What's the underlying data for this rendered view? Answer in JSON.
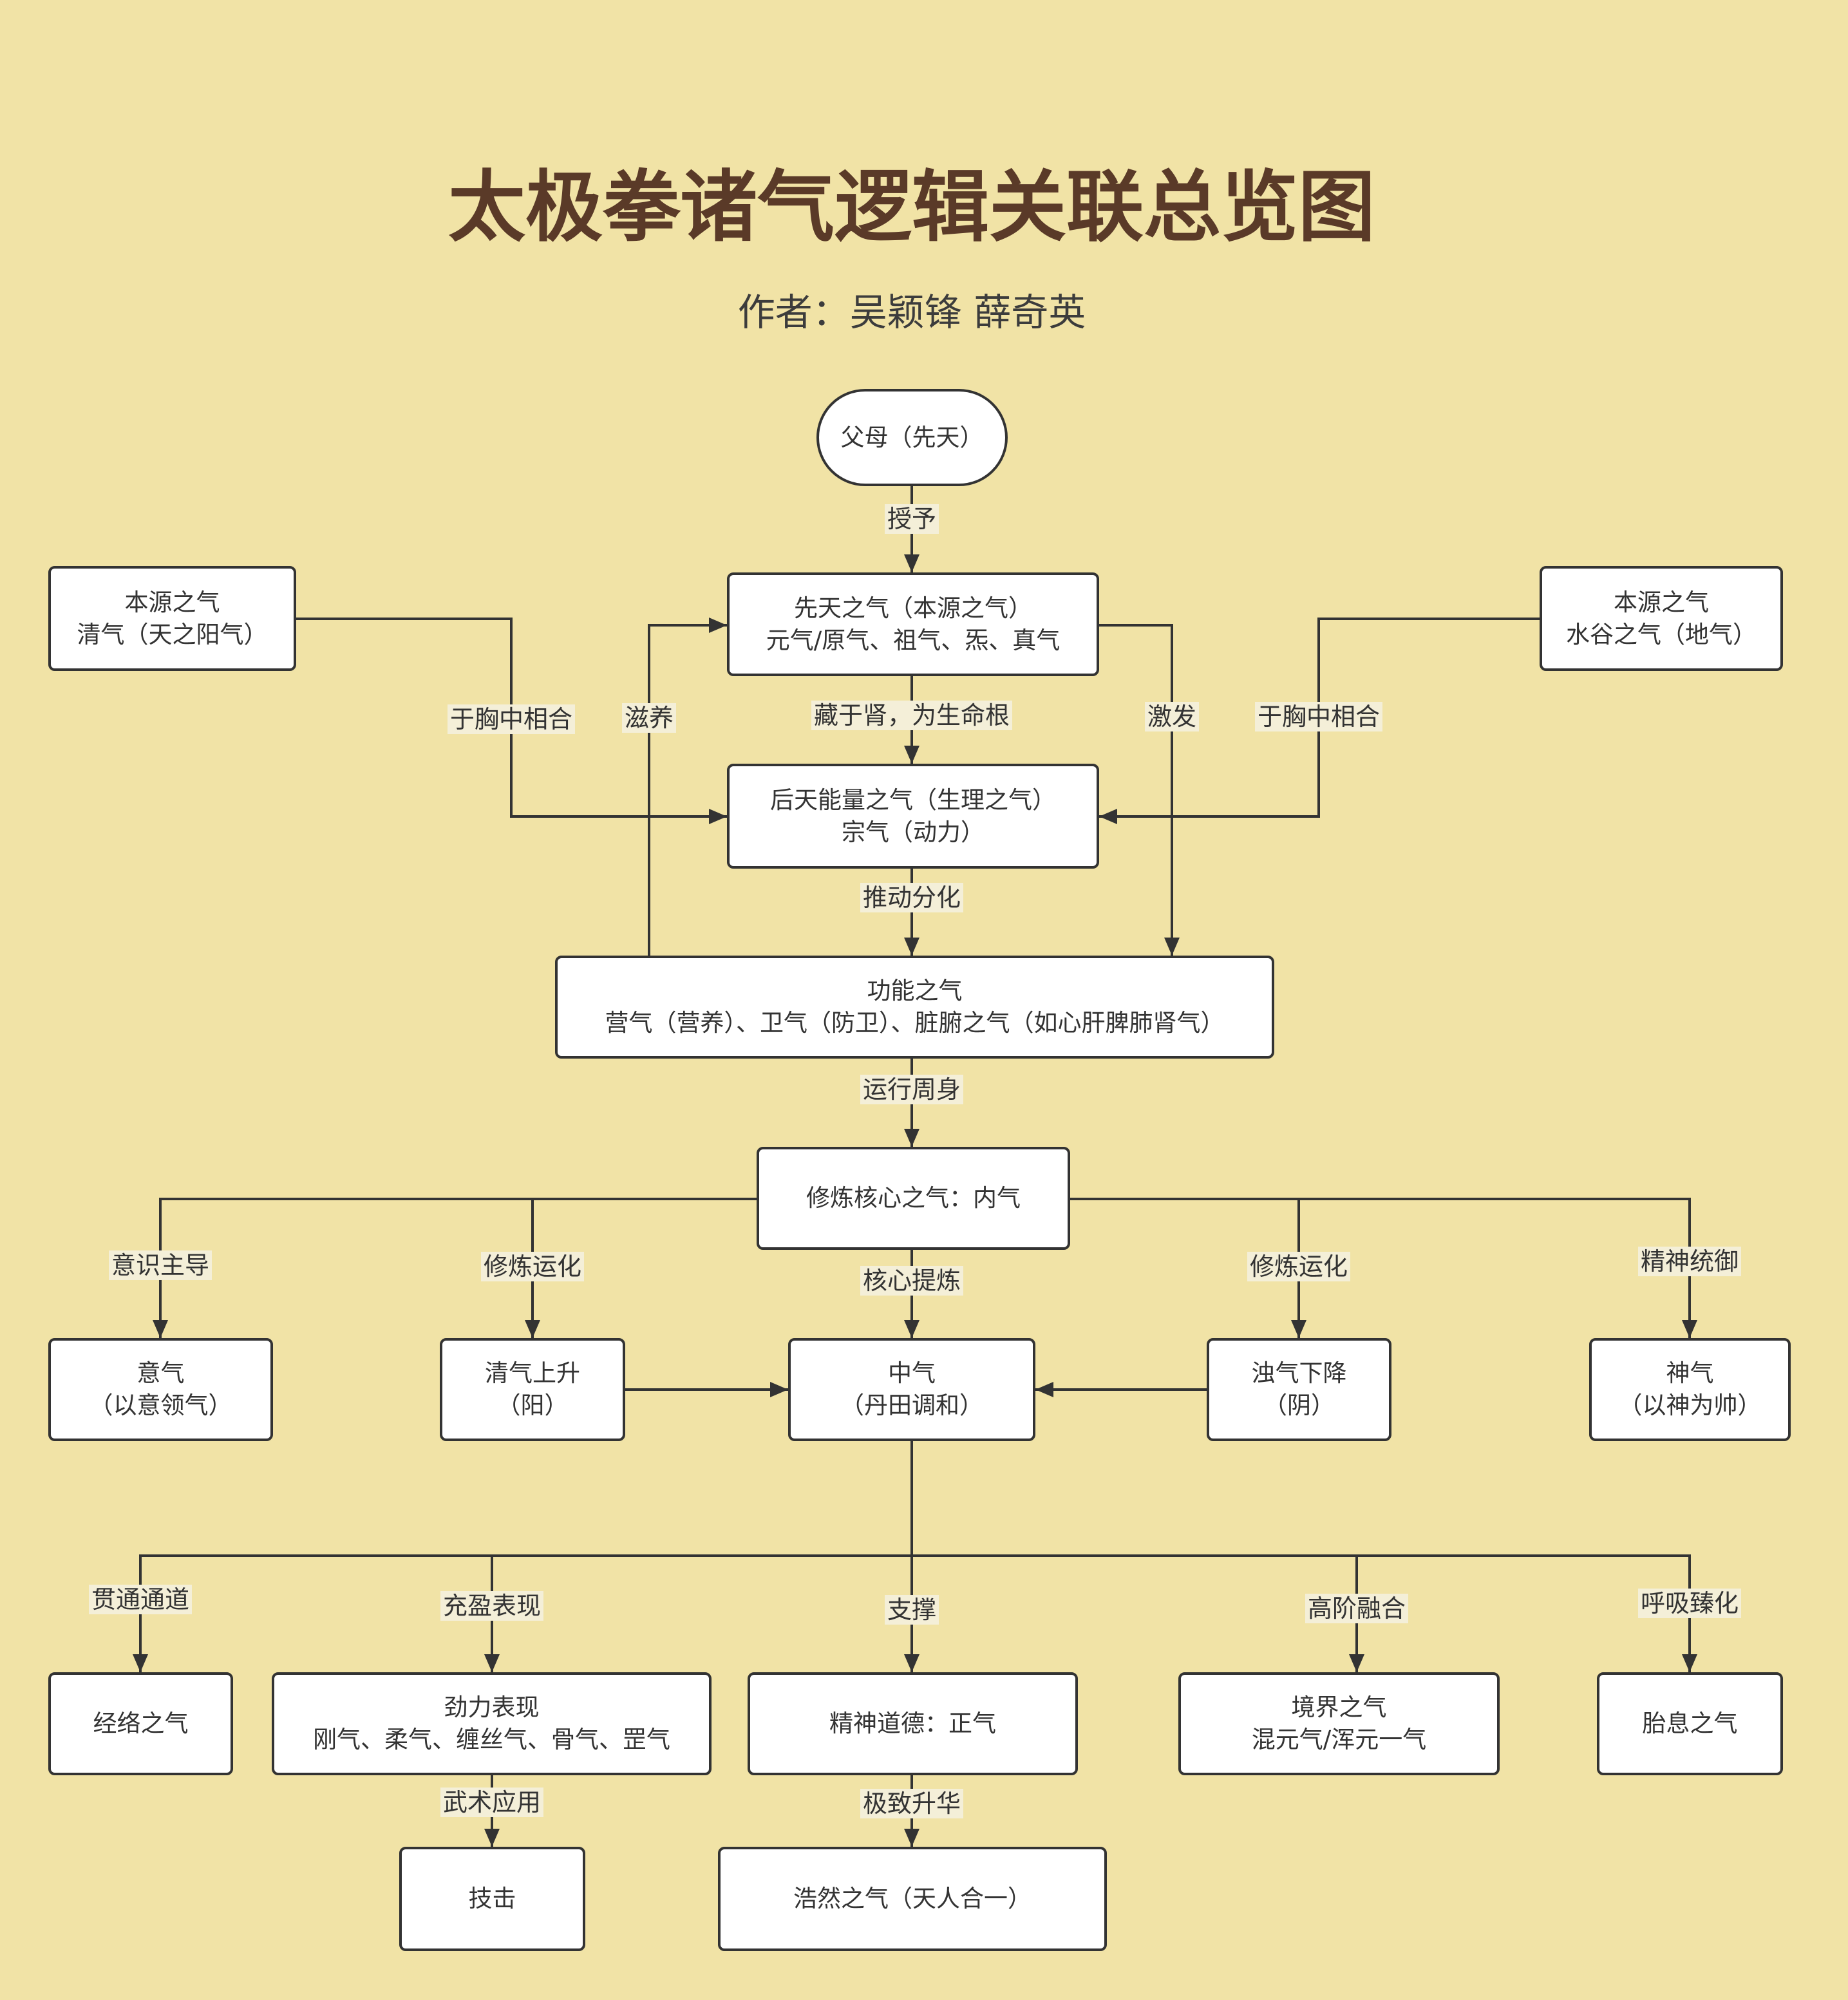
{
  "title": "太极拳诸气逻辑关联总览图",
  "subtitle": "作者：吴颖锋 薛奇英",
  "colors": {
    "background": "#F1E3A6",
    "title": "#5A3A28",
    "subtitle": "#3C3C3C",
    "node_fill": "#FFFFFF",
    "line": "#333333",
    "text": "#333333",
    "label_background": "#F4EFD8"
  },
  "nodes": {
    "parents": {
      "lines": [
        "父母（先天）"
      ]
    },
    "xiantian": {
      "lines": [
        "先天之气（本源之气）",
        "元气/原气、祖气、炁、真气"
      ]
    },
    "benyuan_qing": {
      "lines": [
        "本源之气",
        "清气（天之阳气）"
      ]
    },
    "benyuan_shuigu": {
      "lines": [
        "本源之气",
        "水谷之气（地气）"
      ]
    },
    "houtian": {
      "lines": [
        "后天能量之气（生理之气）",
        "宗气（动力）"
      ]
    },
    "gongneng": {
      "lines": [
        "功能之气",
        "营气（营养）、卫气（防卫）、脏腑之气（如心肝脾肺肾气）"
      ]
    },
    "neiqi": {
      "lines": [
        "修炼核心之气：内气"
      ]
    },
    "yiqi": {
      "lines": [
        "意气",
        "（以意领气）"
      ]
    },
    "qingqi_up": {
      "lines": [
        "清气上升",
        "（阳）"
      ]
    },
    "zhongqi": {
      "lines": [
        "中气",
        "（丹田调和）"
      ]
    },
    "zhuoqi_down": {
      "lines": [
        "浊气下降",
        "（阴）"
      ]
    },
    "shenqi": {
      "lines": [
        "神气",
        "（以神为帅）"
      ]
    },
    "jingluo": {
      "lines": [
        "经络之气"
      ]
    },
    "jinli": {
      "lines": [
        "劲力表现",
        "刚气、柔气、缠丝气、骨气、罡气"
      ]
    },
    "zhengqi": {
      "lines": [
        "精神道德：正气"
      ]
    },
    "jingjie": {
      "lines": [
        "境界之气",
        "混元气/浑元一气"
      ]
    },
    "taixi": {
      "lines": [
        "胎息之气"
      ]
    },
    "jiji": {
      "lines": [
        "技击"
      ]
    },
    "haoran": {
      "lines": [
        "浩然之气（天人合一）"
      ]
    }
  },
  "edges": {
    "parents_to_xiantian": "授予",
    "xiantian_to_houtian": "藏于肾，为生命根",
    "qing_to_houtian": "于胸中相合",
    "shuigu_to_houtian": "于胸中相合",
    "gongneng_to_xiantian": "滋养",
    "xiantian_to_gongneng": "激发",
    "houtian_to_gongneng": "推动分化",
    "gongneng_to_neiqi": "运行周身",
    "neiqi_to_yiqi": "意识主导",
    "neiqi_to_qingqi": "修炼运化",
    "neiqi_to_zhongqi": "核心提炼",
    "neiqi_to_zhuoqi": "修炼运化",
    "neiqi_to_shenqi": "精神统御",
    "zhongqi_to_jingluo": "贯通通道",
    "zhongqi_to_jinli": "充盈表现",
    "zhongqi_to_zhengqi": "支撑",
    "zhongqi_to_jingjie": "高阶融合",
    "zhongqi_to_taixi": "呼吸臻化",
    "jinli_to_jiji": "武术应用",
    "zhengqi_to_haoran": "极致升华"
  }
}
